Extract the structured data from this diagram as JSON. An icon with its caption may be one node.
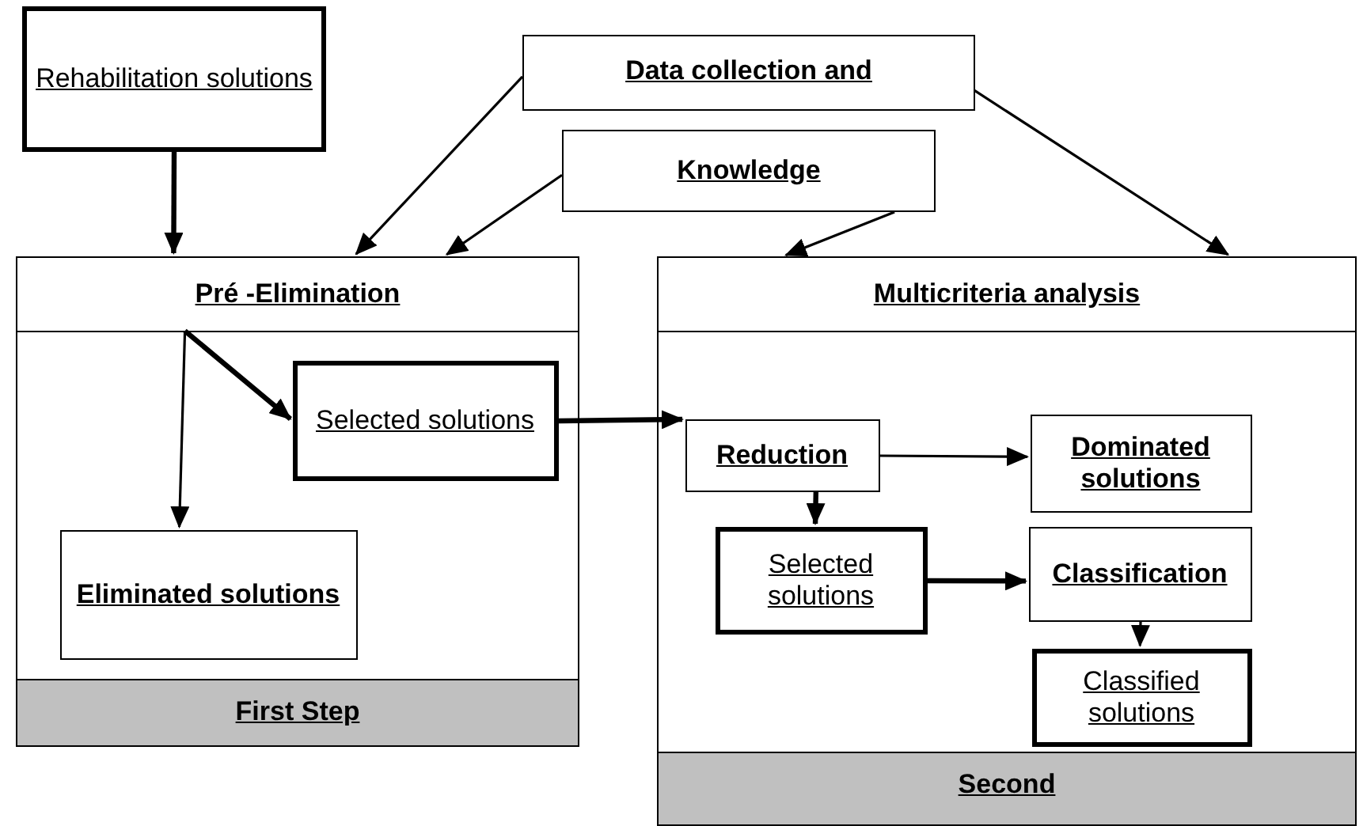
{
  "diagram": {
    "nodes": [
      {
        "text": [
          "Rehabilitation solutions"
        ]
      },
      {
        "text": [
          "Data collection and"
        ]
      },
      {
        "text": [
          "Knowledge"
        ]
      },
      {
        "text": [
          "Pré -Elimination",
          "First Step"
        ]
      },
      {
        "text": [
          "Selected solutions"
        ],
        "in": 3
      },
      {
        "text": [
          "Eliminated solutions"
        ],
        "in": 3
      },
      {
        "text": [
          "Multicriteria analysis",
          "Second"
        ]
      },
      {
        "text": [
          "Reduction"
        ],
        "in": 6
      },
      {
        "text": [
          "Dominated solutions"
        ],
        "in": 6
      },
      {
        "text": [
          "Selected solutions"
        ],
        "in": 6
      },
      {
        "text": [
          "Classification"
        ],
        "in": 6
      },
      {
        "text": [
          "Classified solutions"
        ],
        "in": 6
      }
    ],
    "edges": [
      {
        "from": 0,
        "to": 3,
        "arrow": "to",
        "style": "thick"
      },
      {
        "from": 1,
        "to": 3,
        "arrow": "to"
      },
      {
        "from": 2,
        "to": 3,
        "arrow": "to"
      },
      {
        "from": 2,
        "to": 6,
        "arrow": "to"
      },
      {
        "from": 1,
        "to": 6,
        "arrow": "to"
      },
      {
        "from": 3,
        "to": 4,
        "arrow": "to",
        "style": "thick"
      },
      {
        "from": 3,
        "to": 5,
        "arrow": "to"
      },
      {
        "from": 4,
        "to": 7,
        "arrow": "to",
        "style": "thick"
      },
      {
        "from": 7,
        "to": 8,
        "arrow": "to"
      },
      {
        "from": 7,
        "to": 9,
        "arrow": "to",
        "style": "thick"
      },
      {
        "from": 9,
        "to": 10,
        "arrow": "to",
        "style": "thick"
      },
      {
        "from": 10,
        "to": 11,
        "arrow": "to"
      }
    ]
  }
}
